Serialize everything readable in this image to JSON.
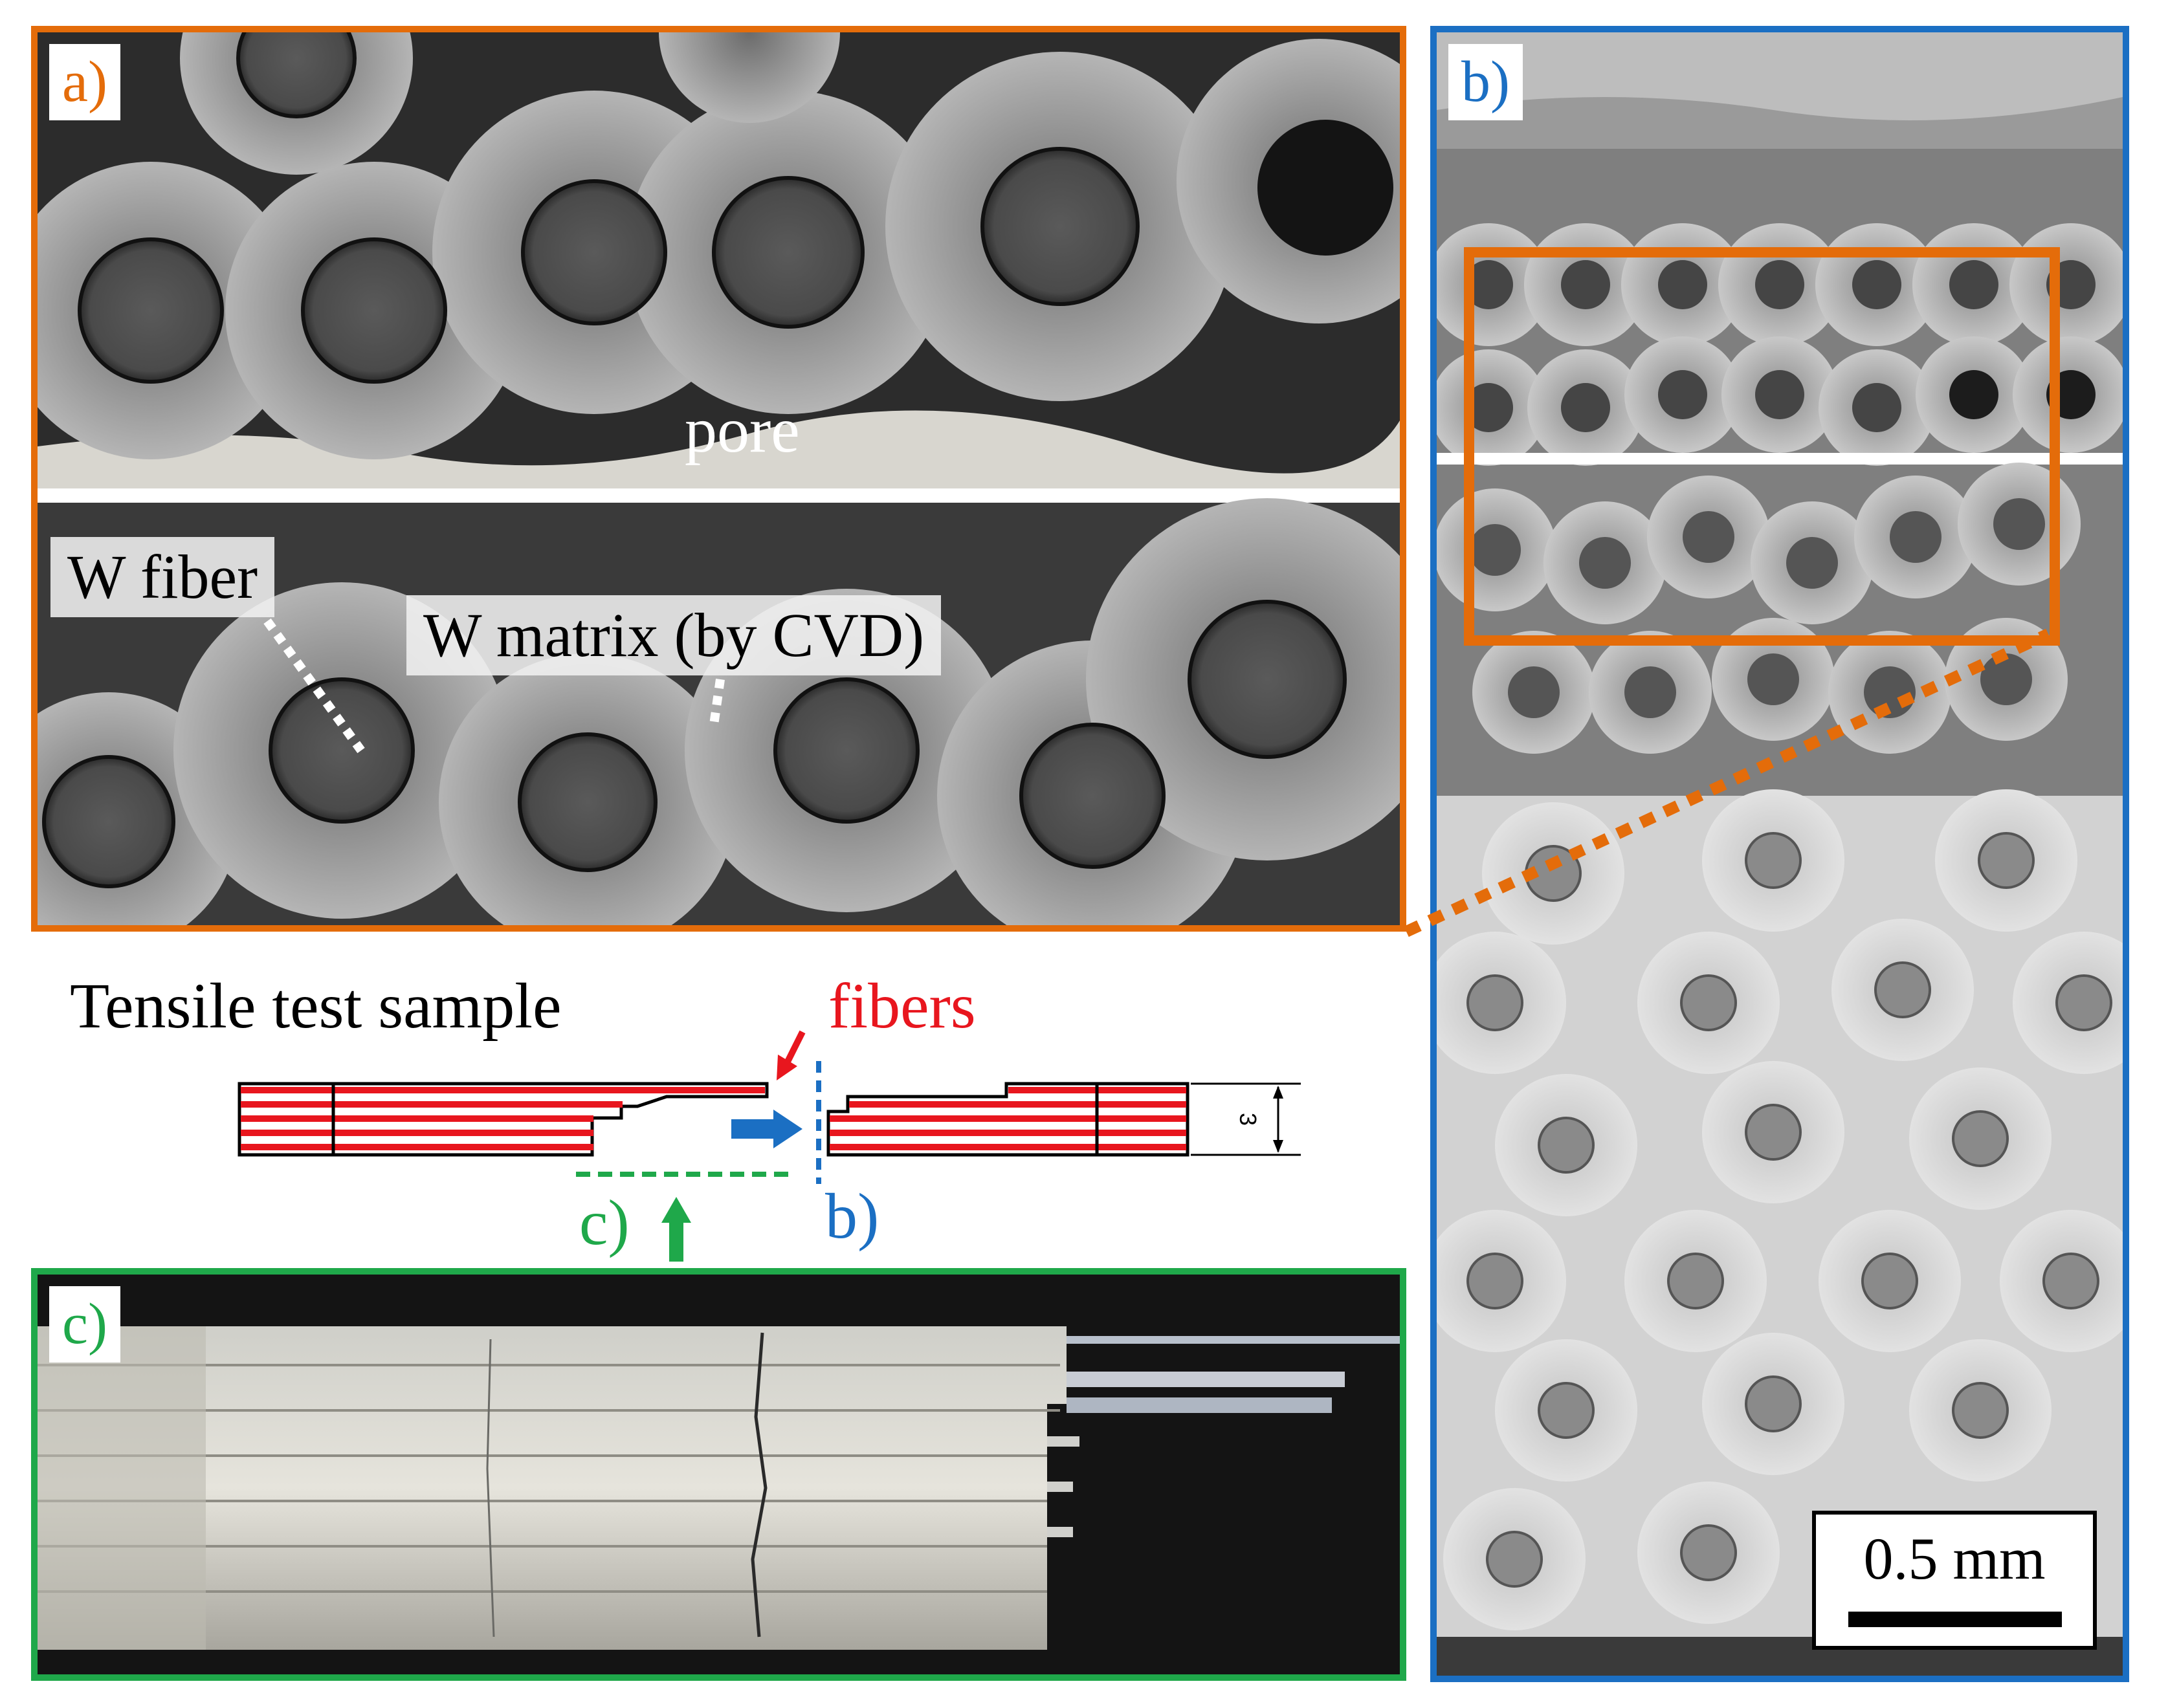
{
  "colors": {
    "panel_a": "#E46C0A",
    "panel_b": "#1B6FC3",
    "panel_c": "#1FA84A",
    "fibers": "#E8161E",
    "sample_outline": "#000000"
  },
  "panel_a": {
    "label": "a)",
    "pore_label": "pore",
    "fiber_label": "W fiber",
    "matrix_label": "W matrix (by CVD)"
  },
  "panel_b": {
    "label": "b)",
    "scale_bar_label": "0.5 mm"
  },
  "panel_c": {
    "label": "c)"
  },
  "schematic": {
    "title": "Tensile test sample",
    "fibers_label": "fibers",
    "dimension_label": "3",
    "c_marker": "c)",
    "b_marker": "b)"
  }
}
